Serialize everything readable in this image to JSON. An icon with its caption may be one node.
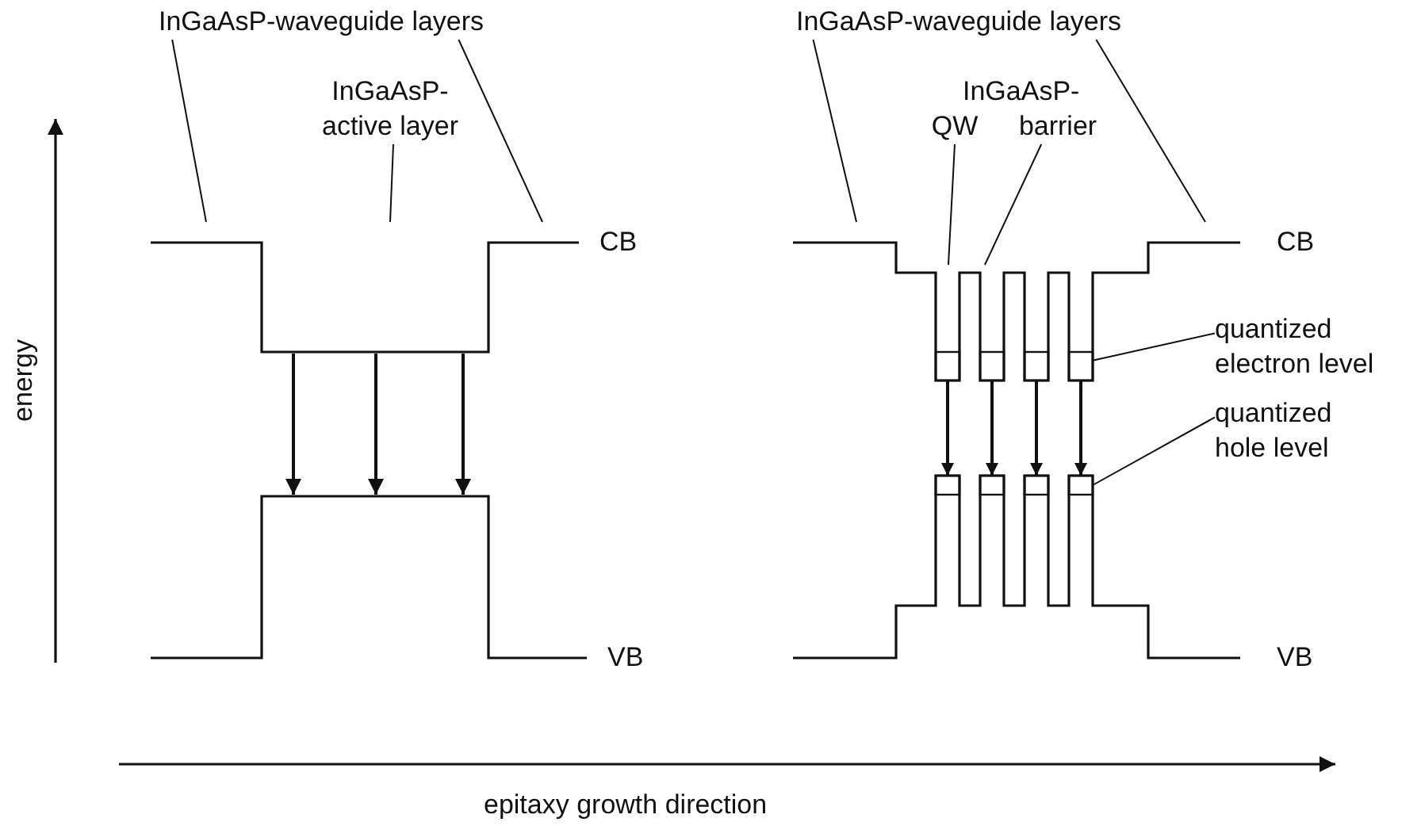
{
  "diagram": {
    "nodes": [
      {
        "text": [
          "InGaAsP-waveguide layers"
        ]
      },
      {
        "text": [
          "InGaAsP- active layer"
        ]
      },
      {
        "text": [
          "InGaAsP-waveguide layers"
        ]
      },
      {
        "text": [
          "QW"
        ]
      },
      {
        "text": [
          "barrier"
        ]
      },
      {
        "text": [
          "quantized electron level"
        ]
      },
      {
        "text": [
          "quantized hole level"
        ]
      },
      {
        "text": [],
        "shape": "box"
      },
      {
        "text": [],
        "shape": "box"
      },
      {
        "text": [],
        "shape": "box"
      },
      {
        "text": [],
        "shape": "box"
      },
      {
        "text": [],
        "shape": "box"
      },
      {
        "text": [],
        "shape": "box"
      },
      {
        "text": [],
        "shape": "box"
      },
      {
        "text": [],
        "shape": "box"
      }
    ],
    "edges": [
      {
        "from": 0,
        "to": null,
        "arrow": "none"
      },
      {
        "from": 0,
        "to": null,
        "arrow": "none"
      },
      {
        "from": 1,
        "to": null,
        "arrow": "none"
      },
      {
        "from": 2,
        "to": null,
        "arrow": "none"
      },
      {
        "from": 2,
        "to": null,
        "arrow": "none"
      },
      {
        "from": 3,
        "to": null,
        "arrow": "none"
      },
      {
        "from": 4,
        "to": null,
        "arrow": "none"
      },
      {
        "from": 5,
        "to": 10,
        "arrow": "none"
      },
      {
        "from": 6,
        "to": 14,
        "arrow": "none"
      },
      {
        "from": 7,
        "to": 11,
        "arrow": "to"
      },
      {
        "from": 8,
        "to": 12,
        "arrow": "to"
      },
      {
        "from": 9,
        "to": 13,
        "arrow": "to"
      },
      {
        "from": 10,
        "to": 14,
        "arrow": "to"
      }
    ],
    "labels": [
      "InGaAsP-",
      "CB",
      "CB",
      "energy",
      "VB",
      "VB",
      "epitaxy growth direction"
    ]
  }
}
